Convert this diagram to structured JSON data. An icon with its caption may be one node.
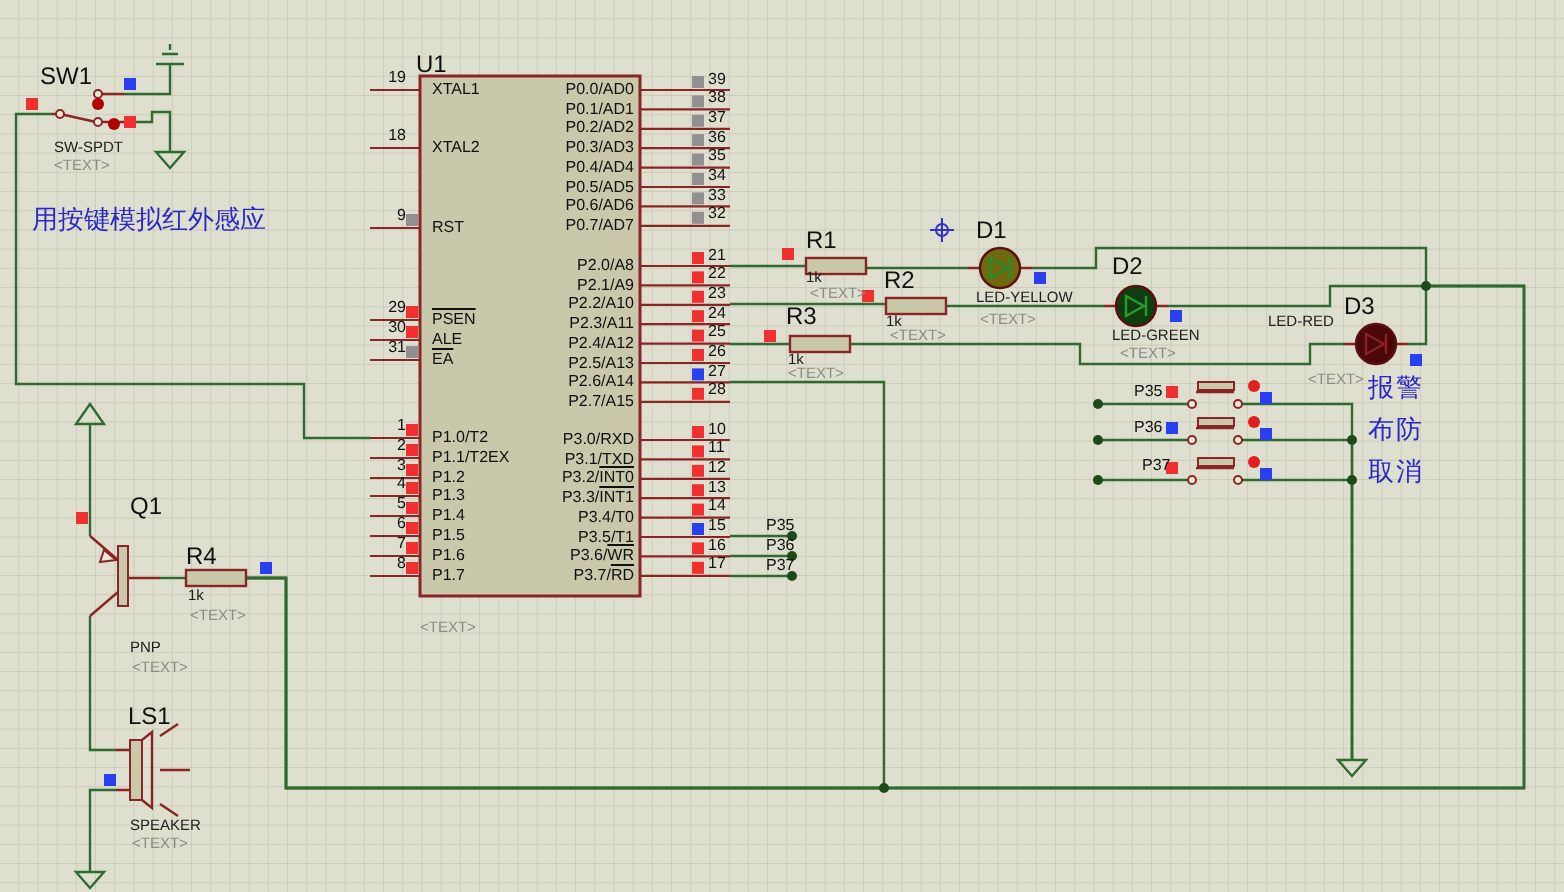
{
  "diagram": {
    "nodes": [
      {
        "text": [],
        "shape": "switch",
        "beside": [
          "SW1",
          "SW-SPDT",
          "<TEXT>"
        ]
      },
      {
        "text": [],
        "shape": "terminal"
      },
      {
        "text": [],
        "shape": "ground"
      },
      {
        "text": [],
        "shape": "box",
        "beside": [
          "U1",
          "<TEXT>"
        ]
      },
      {
        "text": [],
        "shape": "resistor",
        "beside": [
          "R1",
          "1k",
          "<TEXT>"
        ]
      },
      {
        "text": [],
        "shape": "resistor",
        "beside": [
          "R2",
          "1k",
          "<TEXT>"
        ]
      },
      {
        "text": [],
        "shape": "resistor",
        "beside": [
          "R3",
          "1k",
          "<TEXT>"
        ]
      },
      {
        "text": [],
        "shape": "led",
        "beside": [
          "D1",
          "LED-YELLOW",
          "<TEXT>"
        ]
      },
      {
        "text": [],
        "shape": "led",
        "beside": [
          "D2",
          "LED-GREEN",
          "<TEXT>"
        ]
      },
      {
        "text": [],
        "shape": "led",
        "beside": [
          "LED-RED",
          "D3",
          "<TEXT>"
        ]
      },
      {
        "text": [],
        "shape": "button"
      },
      {
        "text": [],
        "shape": "button"
      },
      {
        "text": [],
        "shape": "button"
      },
      {
        "text": [],
        "shape": "ground"
      },
      {
        "text": [],
        "shape": "triangle"
      },
      {
        "text": [],
        "shape": "transistor",
        "beside": [
          "Q1",
          "PNP",
          "<TEXT>"
        ]
      },
      {
        "text": [],
        "shape": "resistor",
        "beside": [
          "R4",
          "1k",
          "<TEXT>"
        ]
      },
      {
        "text": [],
        "shape": "speaker",
        "beside": [
          "LS1",
          "SPEAKER",
          "<TEXT>"
        ]
      },
      {
        "text": [],
        "shape": "ground"
      },
      {
        "text": [
          "P35"
        ]
      },
      {
        "text": [
          "P36"
        ]
      },
      {
        "text": [
          "P37"
        ]
      },
      {
        "text": [
          "P35"
        ]
      },
      {
        "text": [
          "P36"
        ]
      },
      {
        "text": [
          "P37"
        ]
      }
    ],
    "edges": [
      {
        "from": 0,
        "to": 1,
        "arrow": "none"
      },
      {
        "from": 0,
        "to": 2,
        "arrow": "none"
      },
      {
        "from": 0,
        "to": 3,
        "arrow": "none"
      },
      {
        "from": 3,
        "to": 4,
        "arrow": "none"
      },
      {
        "from": 4,
        "to": 7,
        "arrow": "none"
      },
      {
        "from": 3,
        "to": 5,
        "arrow": "none"
      },
      {
        "from": 5,
        "to": 8,
        "arrow": "none"
      },
      {
        "from": 3,
        "to": 6,
        "arrow": "none"
      },
      {
        "from": 6,
        "to": 9,
        "arrow": "none"
      },
      {
        "from": 7,
        "to": 16,
        "arrow": "none"
      },
      {
        "from": 8,
        "to": 16,
        "arrow": "none"
      },
      {
        "from": 9,
        "to": 16,
        "arrow": "none"
      },
      {
        "from": 3,
        "to": 16,
        "arrow": "none"
      },
      {
        "from": 3,
        "to": 19,
        "arrow": "none"
      },
      {
        "from": 3,
        "to": 20,
        "arrow": "none"
      },
      {
        "from": 3,
        "to": 21,
        "arrow": "none"
      },
      {
        "from": 22,
        "to": 10,
        "arrow": "none"
      },
      {
        "from": 23,
        "to": 11,
        "arrow": "none"
      },
      {
        "from": 24,
        "to": 12,
        "arrow": "none"
      },
      {
        "from": 10,
        "to": 13,
        "arrow": "none"
      },
      {
        "from": 11,
        "to": 13,
        "arrow": "none"
      },
      {
        "from": 12,
        "to": 13,
        "arrow": "none"
      },
      {
        "from": 14,
        "to": 15,
        "arrow": "none"
      },
      {
        "from": 15,
        "to": 16,
        "arrow": "none"
      },
      {
        "from": 15,
        "to": 17,
        "arrow": "none"
      },
      {
        "from": 17,
        "to": 18,
        "arrow": "none"
      }
    ],
    "labels": [
      "用按键模拟红外感应",
      "19",
      "XTAL1",
      "18",
      "XTAL2",
      "9",
      "RST",
      "29",
      "PSEN",
      "30",
      "ALE",
      "31",
      "EA",
      "1",
      "P1.0/T2",
      "2",
      "P1.1/T2EX",
      "3",
      "P1.2",
      "4",
      "P1.3",
      "5",
      "P1.4",
      "6",
      "P1.5",
      "7",
      "P1.6",
      "8",
      "P1.7",
      "P0.0/AD0",
      "39",
      "P0.1/AD1",
      "38",
      "P0.2/AD2",
      "37",
      "P0.3/AD3",
      "36",
      "P0.4/AD4",
      "35",
      "P0.5/AD5",
      "34",
      "P0.6/AD6",
      "33",
      "P0.7/AD7",
      "32",
      "P2.0/A8",
      "21",
      "P2.1/A9",
      "22",
      "P2.2/A10",
      "23",
      "P2.3/A11",
      "24",
      "P2.4/A12",
      "25",
      "P2.5/A13",
      "26",
      "P2.6/A14",
      "27",
      "P2.7/A15",
      "28",
      "P3.0/RXD",
      "10",
      "P3.1/TXD",
      "11",
      "P3.2/INT0",
      "12",
      "P3.3/INT1",
      "13",
      "P3.4/T0",
      "14",
      "P3.5/T1",
      "15",
      "P3.6/WR",
      "16",
      "P3.7/RD",
      "17",
      "报警",
      "布防",
      "取消"
    ]
  }
}
